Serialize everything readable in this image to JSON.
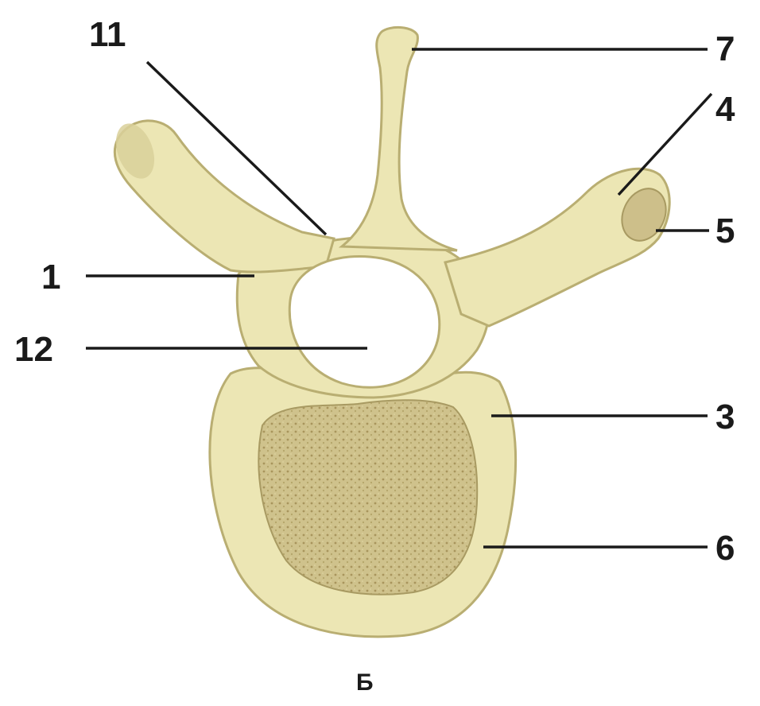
{
  "figure": {
    "caption": "Б",
    "labels": [
      "11",
      "7",
      "4",
      "5",
      "1",
      "12",
      "3",
      "6"
    ]
  },
  "colors": {
    "bone": "#ece6b4",
    "bone_edge": "#b9ae72",
    "spongy_bone": "#cdbf8a",
    "label_text": "#1a1a1a"
  }
}
